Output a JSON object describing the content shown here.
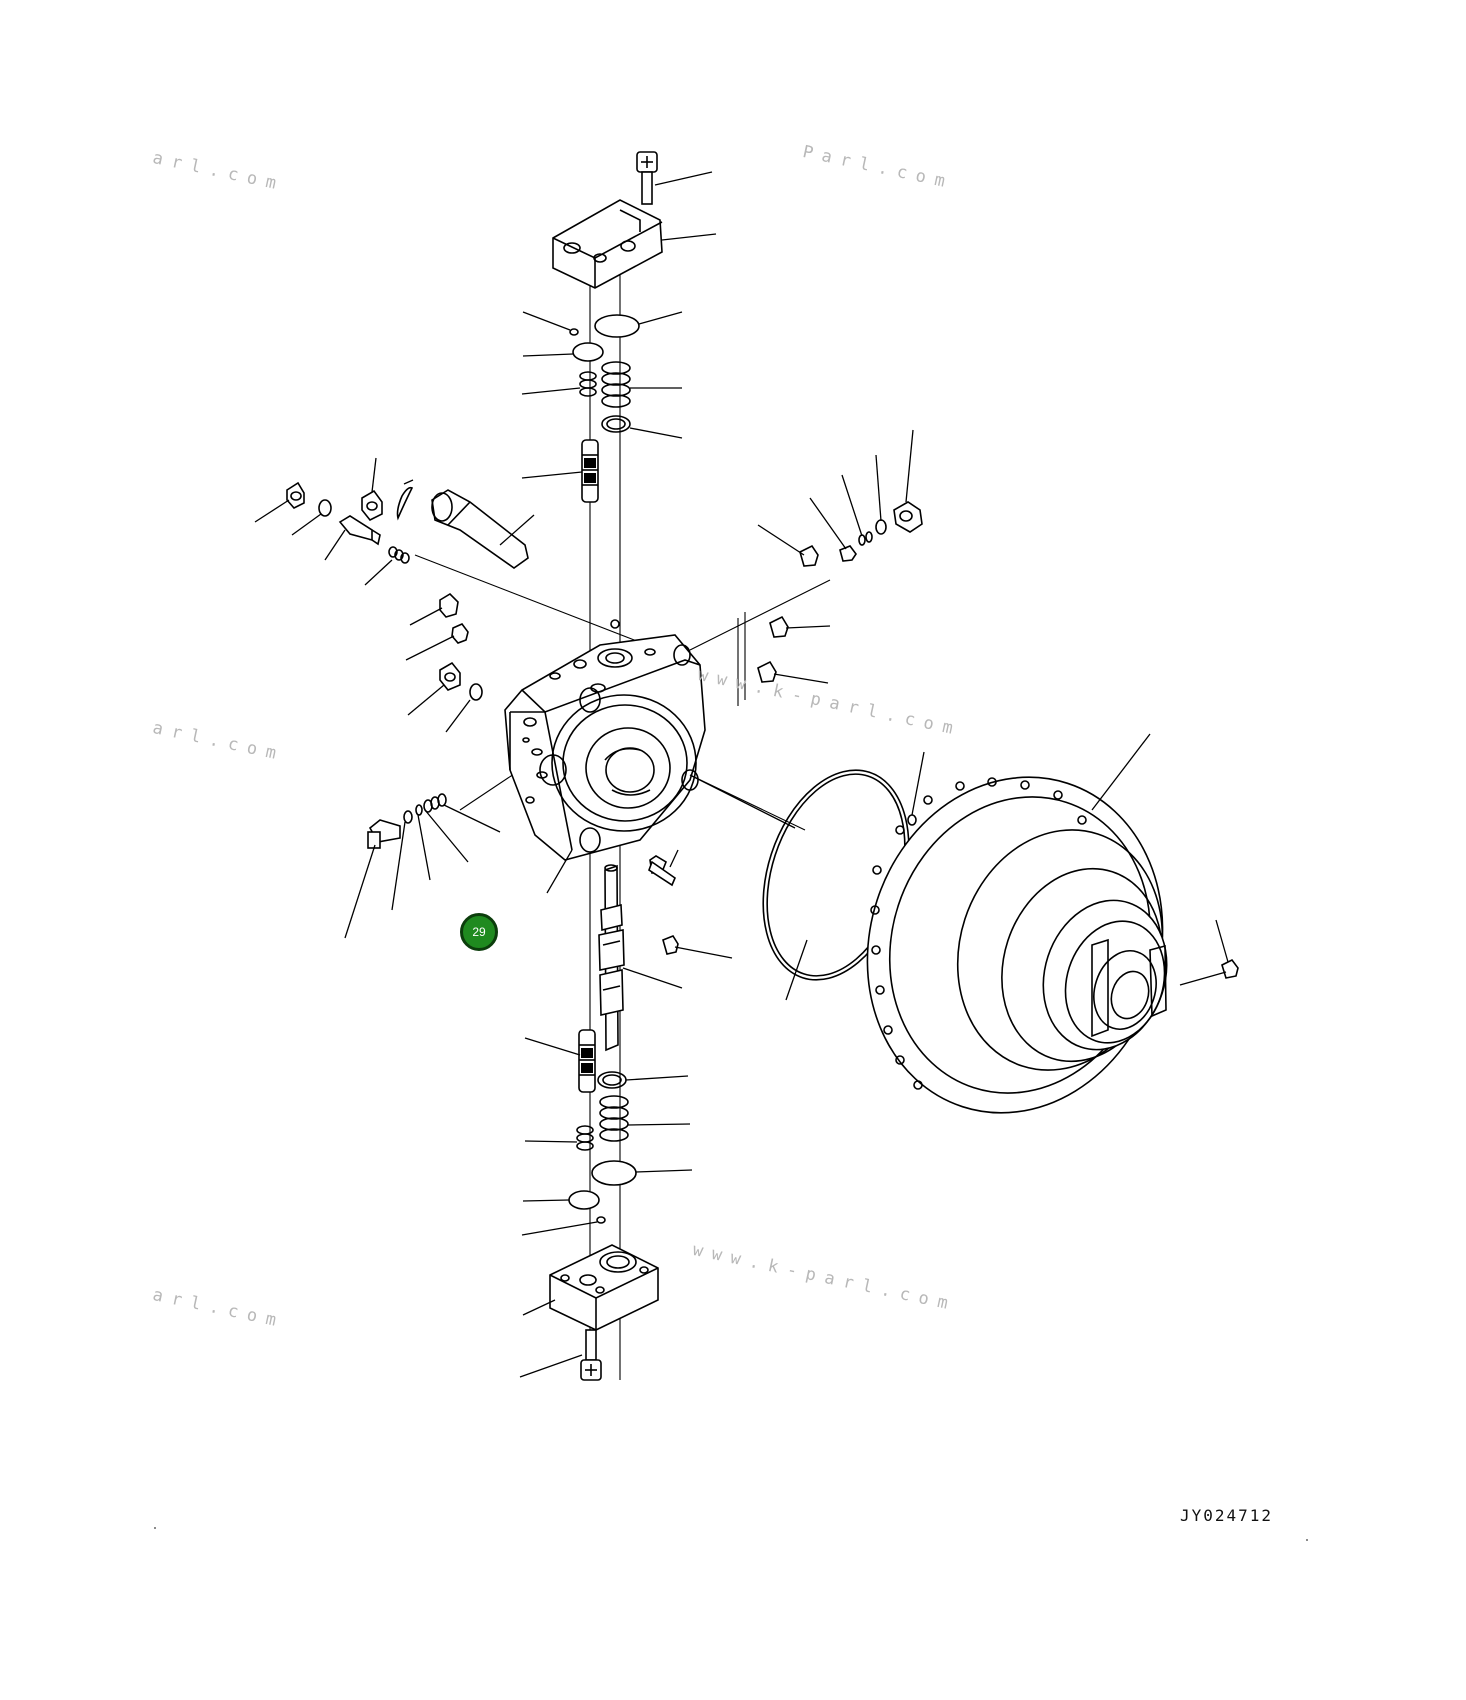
{
  "diagram": {
    "drawing_code": "JY024712",
    "callout": {
      "number": "29",
      "color": "#1f8a1f"
    },
    "watermarks": [
      "arl.com",
      "Parl.com",
      "arl.com",
      "www.k-parl.com",
      "arl.com",
      "www.k-parl.com"
    ],
    "colors": {
      "line": "#000000",
      "background": "#ffffff",
      "watermark": "#b8b8b8"
    }
  }
}
